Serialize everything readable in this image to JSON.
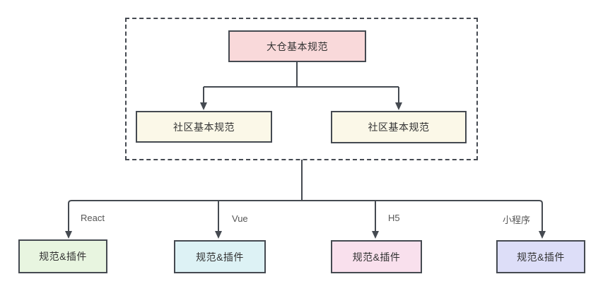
{
  "theme": {
    "line": "#454a51",
    "text": "#333333",
    "label": "#555555",
    "canvas": "#ffffff"
  },
  "diagram": {
    "nodes": {
      "root": {
        "label": "大仓基本规范",
        "fill": "#f9d9da"
      },
      "community_left": {
        "label": "社区基本规范",
        "fill": "#fbf8e8"
      },
      "community_right": {
        "label": "社区基本规范",
        "fill": "#fbf8e8"
      },
      "react_plugin": {
        "label": "规范&插件",
        "fill": "#e8f5e0"
      },
      "vue_plugin": {
        "label": "规范&插件",
        "fill": "#ddf2f5"
      },
      "h5_plugin": {
        "label": "规范&插件",
        "fill": "#f9e0ed"
      },
      "miniprogram_plugin": {
        "label": "规范&插件",
        "fill": "#dddef8"
      }
    },
    "edge_labels": {
      "react": "React",
      "vue": "Vue",
      "h5": "H5",
      "miniprogram": "小程序"
    }
  }
}
